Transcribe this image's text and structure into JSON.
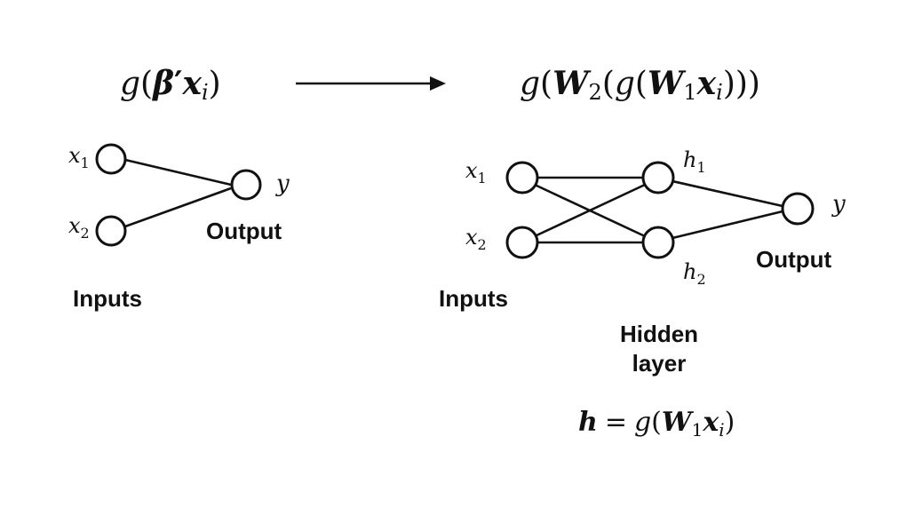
{
  "left": {
    "formula": {
      "g": "g",
      "open": "(",
      "beta": "β",
      "prime": "′",
      "x": "x",
      "sub": "i",
      "close": ")"
    },
    "inputs": [
      {
        "var": "x",
        "sub": "1"
      },
      {
        "var": "x",
        "sub": "2"
      }
    ],
    "output_var": "y",
    "output_label": "Output",
    "inputs_label": "Inputs"
  },
  "right": {
    "formula": {
      "g1": "g",
      "open1": "(",
      "W2": "W",
      "W2sub": "2",
      "open2": "(",
      "g2": "g",
      "open3": "(",
      "W1": "W",
      "W1sub": "1",
      "x": "x",
      "xsub": "i",
      "close": ")))"
    },
    "inputs": [
      {
        "var": "x",
        "sub": "1"
      },
      {
        "var": "x",
        "sub": "2"
      }
    ],
    "hidden": [
      {
        "var": "h",
        "sub": "1"
      },
      {
        "var": "h",
        "sub": "2"
      }
    ],
    "output_var": "y",
    "output_label": "Output",
    "inputs_label": "Inputs",
    "hidden_label_line1": "Hidden",
    "hidden_label_line2": "layer",
    "hidden_formula": {
      "h": "h",
      "eq": "=",
      "g": "g",
      "open": "(",
      "W": "W",
      "Wsub": "1",
      "x": "x",
      "xsub": "i",
      "close": ")"
    }
  }
}
